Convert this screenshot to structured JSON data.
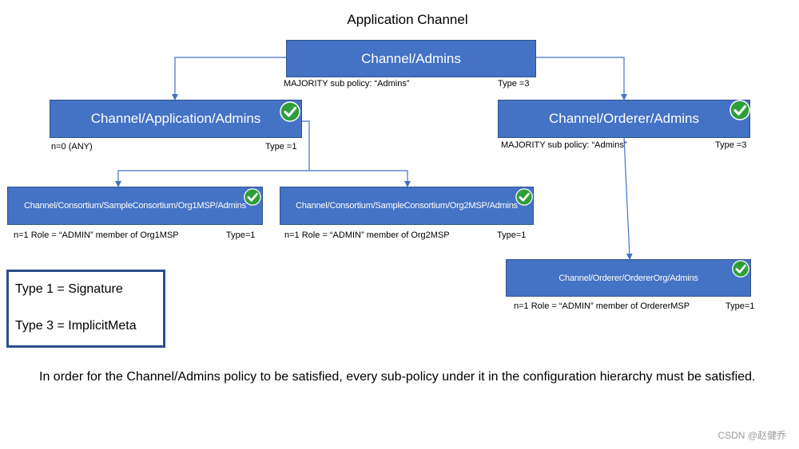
{
  "title": "Application Channel",
  "nodes": {
    "channel_admins": {
      "label": "Channel/Admins",
      "left_note": "MAJORITY sub policy: “Admins”",
      "right_note": "Type =3"
    },
    "application_admins": {
      "label": "Channel/Application/Admins",
      "left_note": "n=0 (ANY)",
      "right_note": "Type =1"
    },
    "orderer_admins": {
      "label": "Channel/Orderer/Admins",
      "left_note": "MAJORITY sub policy: “Admins”",
      "right_note": "Type =3"
    },
    "org1_admins": {
      "label": "Channel/Consortium/SampleConsortium/Org1MSP/Admins",
      "left_note": "n=1  Role = “ADMIN” member of Org1MSP",
      "right_note": "Type=1"
    },
    "org2_admins": {
      "label": "Channel/Consortium/SampleConsortium/Org2MSP/Admins",
      "left_note": "n=1  Role = “ADMIN” member of Org2MSP",
      "right_note": "Type=1"
    },
    "ordererorg_admins": {
      "label": "Channel/Orderer/OrdererOrg/Admins",
      "left_note": "n=1  Role = “ADMIN” member of OrdererMSP",
      "right_note": "Type=1"
    }
  },
  "legend": {
    "line1": "Type 1 = Signature",
    "line2": "Type 3 = ImplicitMeta"
  },
  "footnote": "In order for the Channel/Admins policy to be satisfied, every sub-policy under it in the configuration hierarchy must be satisfied.",
  "watermark": "CSDN @赵健乔",
  "colors": {
    "node_fill": "#4472c4",
    "connector": "#4472c4",
    "check_green": "#2e9e3a"
  },
  "icons": {
    "check": "check-circle-icon"
  }
}
